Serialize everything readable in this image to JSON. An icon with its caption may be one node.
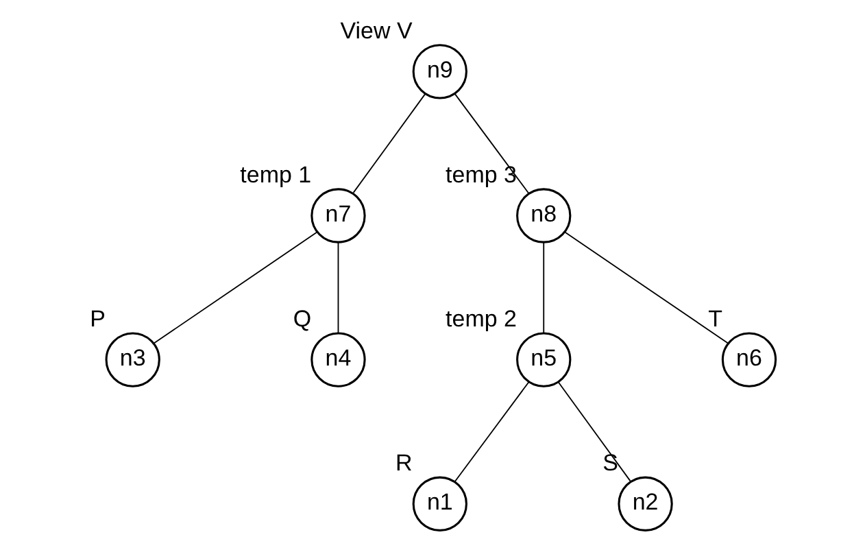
{
  "diagram": {
    "nodes": [
      {
        "text": [
          "n9"
        ],
        "beside": [
          "View V"
        ]
      },
      {
        "text": [
          "n7"
        ],
        "beside": [
          "temp 1"
        ]
      },
      {
        "text": [
          "n8"
        ],
        "beside": [
          "temp 3"
        ]
      },
      {
        "text": [
          "n3"
        ],
        "beside": [
          "P"
        ]
      },
      {
        "text": [
          "n4"
        ],
        "beside": [
          "Q"
        ]
      },
      {
        "text": [
          "n5"
        ],
        "beside": [
          "temp 2"
        ]
      },
      {
        "text": [
          "n6"
        ],
        "beside": [
          "T"
        ]
      },
      {
        "text": [
          "n1"
        ],
        "beside": [
          "R"
        ]
      },
      {
        "text": [
          "n2"
        ],
        "beside": [
          "S"
        ]
      }
    ],
    "edges": [
      {
        "from": 0,
        "to": 1,
        "arrow": "none"
      },
      {
        "from": 0,
        "to": 2,
        "arrow": "none"
      },
      {
        "from": 1,
        "to": 3,
        "arrow": "none"
      },
      {
        "from": 1,
        "to": 4,
        "arrow": "none"
      },
      {
        "from": 2,
        "to": 5,
        "arrow": "none"
      },
      {
        "from": 2,
        "to": 6,
        "arrow": "none"
      },
      {
        "from": 5,
        "to": 7,
        "arrow": "none"
      },
      {
        "from": 5,
        "to": 8,
        "arrow": "none"
      }
    ]
  }
}
